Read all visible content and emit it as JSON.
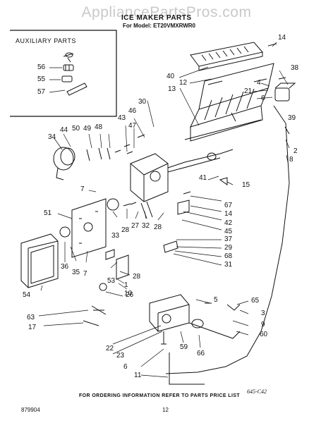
{
  "watermark": "AppliancePartsPros.com",
  "header": {
    "title": "ICE MAKER PARTS",
    "model": "For Model: ET20VMXRWR0"
  },
  "aux_box": {
    "title": "AUXILIARY PARTS"
  },
  "footer": {
    "note": "FOR ORDERING INFORMATION REFER TO PARTS PRICE LIST",
    "doc_code": "879904",
    "page": "12",
    "handwritten": "645-C42"
  },
  "callouts": [
    {
      "id": "n56",
      "text": "56"
    },
    {
      "id": "n55",
      "text": "55"
    },
    {
      "id": "n57",
      "text": "57"
    },
    {
      "id": "n14a",
      "text": "14"
    },
    {
      "id": "n38",
      "text": "38"
    },
    {
      "id": "n40",
      "text": "40"
    },
    {
      "id": "n12",
      "text": "12"
    },
    {
      "id": "n4",
      "text": "4"
    },
    {
      "id": "n21",
      "text": "21"
    },
    {
      "id": "n6a",
      "text": "6"
    },
    {
      "id": "n13",
      "text": "13"
    },
    {
      "id": "n39",
      "text": "39"
    },
    {
      "id": "n30",
      "text": "30"
    },
    {
      "id": "n46",
      "text": "46"
    },
    {
      "id": "n43",
      "text": "43"
    },
    {
      "id": "n47",
      "text": "47"
    },
    {
      "id": "n34",
      "text": "34"
    },
    {
      "id": "n44",
      "text": "44"
    },
    {
      "id": "n50",
      "text": "50"
    },
    {
      "id": "n49",
      "text": "49"
    },
    {
      "id": "n48",
      "text": "48"
    },
    {
      "id": "n2",
      "text": "2"
    },
    {
      "id": "n8",
      "text": "8"
    },
    {
      "id": "n41",
      "text": "41"
    },
    {
      "id": "n15",
      "text": "15"
    },
    {
      "id": "n7a",
      "text": "7"
    },
    {
      "id": "n67",
      "text": "67"
    },
    {
      "id": "n14b",
      "text": "14"
    },
    {
      "id": "n42",
      "text": "42"
    },
    {
      "id": "n45",
      "text": "45"
    },
    {
      "id": "n51",
      "text": "51"
    },
    {
      "id": "n33",
      "text": "33"
    },
    {
      "id": "n28a",
      "text": "28"
    },
    {
      "id": "n27",
      "text": "27"
    },
    {
      "id": "n32",
      "text": "32"
    },
    {
      "id": "n28b",
      "text": "28"
    },
    {
      "id": "n37",
      "text": "37"
    },
    {
      "id": "n29",
      "text": "29"
    },
    {
      "id": "n68",
      "text": "68"
    },
    {
      "id": "n31",
      "text": "31"
    },
    {
      "id": "n36",
      "text": "36"
    },
    {
      "id": "n35",
      "text": "35"
    },
    {
      "id": "n7b",
      "text": "7"
    },
    {
      "id": "n53",
      "text": "53"
    },
    {
      "id": "n28c",
      "text": "28"
    },
    {
      "id": "n1",
      "text": "1"
    },
    {
      "id": "n10",
      "text": "10"
    },
    {
      "id": "n54",
      "text": "54"
    },
    {
      "id": "n26",
      "text": "26"
    },
    {
      "id": "n63",
      "text": "63"
    },
    {
      "id": "n5",
      "text": "5"
    },
    {
      "id": "n65",
      "text": "65"
    },
    {
      "id": "n3",
      "text": "3"
    },
    {
      "id": "n9",
      "text": "9"
    },
    {
      "id": "n60",
      "text": "60"
    },
    {
      "id": "n17",
      "text": "17"
    },
    {
      "id": "n22",
      "text": "22"
    },
    {
      "id": "n23",
      "text": "23"
    },
    {
      "id": "n59",
      "text": "59"
    },
    {
      "id": "n66",
      "text": "66"
    },
    {
      "id": "n6b",
      "text": "6"
    },
    {
      "id": "n11",
      "text": "11"
    }
  ]
}
